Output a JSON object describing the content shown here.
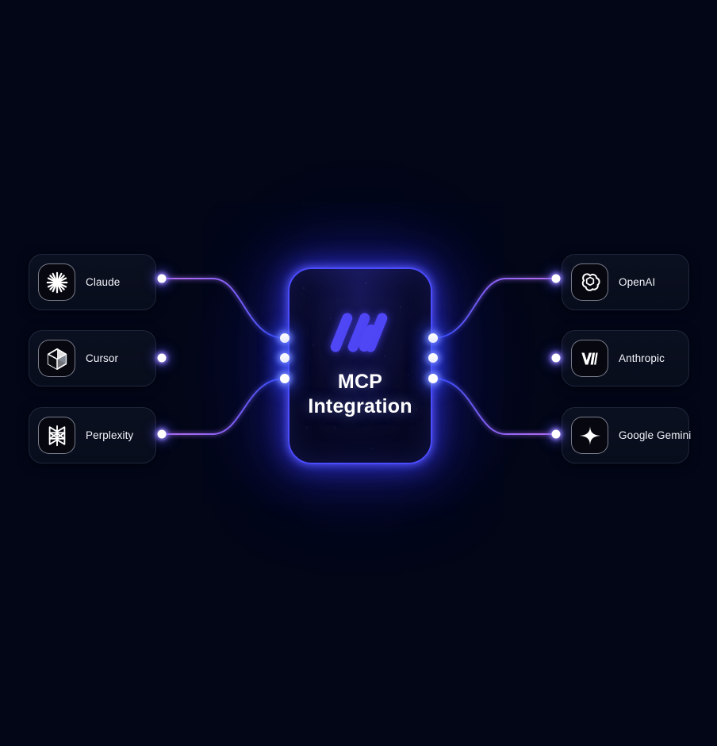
{
  "background_color": "#020617",
  "hub": {
    "title_line1": "MCP",
    "title_line2": "Integration",
    "accent_color": "#4b4bff",
    "logo_color": "#4f46f5",
    "logo_name": "mcp-logo"
  },
  "left_cards": [
    {
      "label": "Claude",
      "icon": "claude-starburst-icon"
    },
    {
      "label": "Cursor",
      "icon": "cursor-cube-icon"
    },
    {
      "label": "Perplexity",
      "icon": "perplexity-icon"
    }
  ],
  "right_cards": [
    {
      "label": "OpenAI",
      "icon": "openai-knot-icon"
    },
    {
      "label": "Anthropic",
      "icon": "anthropic-wordmark-icon"
    },
    {
      "label": "Google Gemini",
      "icon": "gemini-sparkle-icon"
    }
  ],
  "connectors": {
    "line_color_start": "#c07ff0",
    "line_color_end": "#3a5cff",
    "node_color": "#ffffff"
  }
}
